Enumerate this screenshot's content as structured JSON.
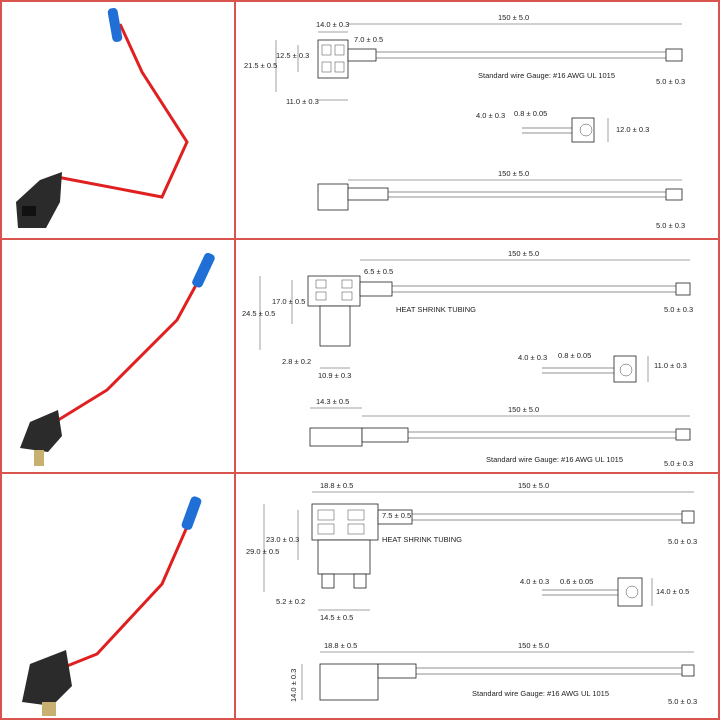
{
  "colors": {
    "border": "#d9534f",
    "wire": "#e02020",
    "connector": "#1f6fd6",
    "body": "#2b2b2b"
  },
  "rows": [
    {
      "photo": {
        "name": "low-profile-mini-fuse-tap-photo",
        "connector": "blue-butt-connector"
      },
      "top": {
        "length": "150 ± 5.0",
        "width": "14.0 ± 0.3",
        "gap": "7.0 ± 0.5",
        "h1": "12.5 ± 0.3",
        "h2": "21.5 ± 0.5",
        "base": "11.0 ± 0.3",
        "end": "5.0 ± 0.3",
        "gauge": "Standard wire Gauge: #16 AWG UL 1015"
      },
      "detail": {
        "a": "4.0 ± 0.3",
        "b": "0.8 ± 0.05",
        "c": "12.0 ± 0.3"
      },
      "side": {
        "length": "150 ± 5.0",
        "end": "5.0 ± 0.3"
      }
    },
    {
      "photo": {
        "name": "mini-fuse-tap-photo",
        "connector": "blue-butt-connector"
      },
      "top": {
        "length": "150 ± 5.0",
        "gap": "6.5 ± 0.5",
        "h1": "17.0 ± 0.5",
        "h2": "24.5 ± 0.5",
        "blade": "2.8 ± 0.2",
        "base": "10.9 ± 0.3",
        "end": "5.0 ± 0.3",
        "tube": "HEAT SHRINK TUBING"
      },
      "detail": {
        "a": "4.0 ± 0.3",
        "b": "0.8 ± 0.05",
        "c": "11.0 ± 0.3"
      },
      "side": {
        "width": "14.3 ± 0.5",
        "length": "150 ± 5.0",
        "end": "5.0 ± 0.3",
        "gauge": "Standard wire Gauge: #16 AWG UL 1015"
      }
    },
    {
      "photo": {
        "name": "standard-fuse-tap-photo",
        "connector": "blue-butt-connector"
      },
      "top": {
        "width": "18.8 ± 0.5",
        "length": "150 ± 5.0",
        "gap": "7.5 ± 0.5",
        "h1": "23.0 ± 0.3",
        "h2": "29.0 ± 0.5",
        "blade": "5.2 ± 0.2",
        "base": "14.5 ± 0.5",
        "end": "5.0 ± 0.3",
        "tube": "HEAT SHRINK TUBING"
      },
      "detail": {
        "a": "4.0 ± 0.3",
        "b": "0.6 ± 0.05",
        "c": "14.0 ± 0.5"
      },
      "side": {
        "width": "18.8 ± 0.5",
        "length": "150 ± 5.0",
        "h": "14.0 ± 0.3",
        "end": "5.0 ± 0.3",
        "gauge": "Standard wire Gauge: #16 AWG UL 1015"
      }
    }
  ]
}
